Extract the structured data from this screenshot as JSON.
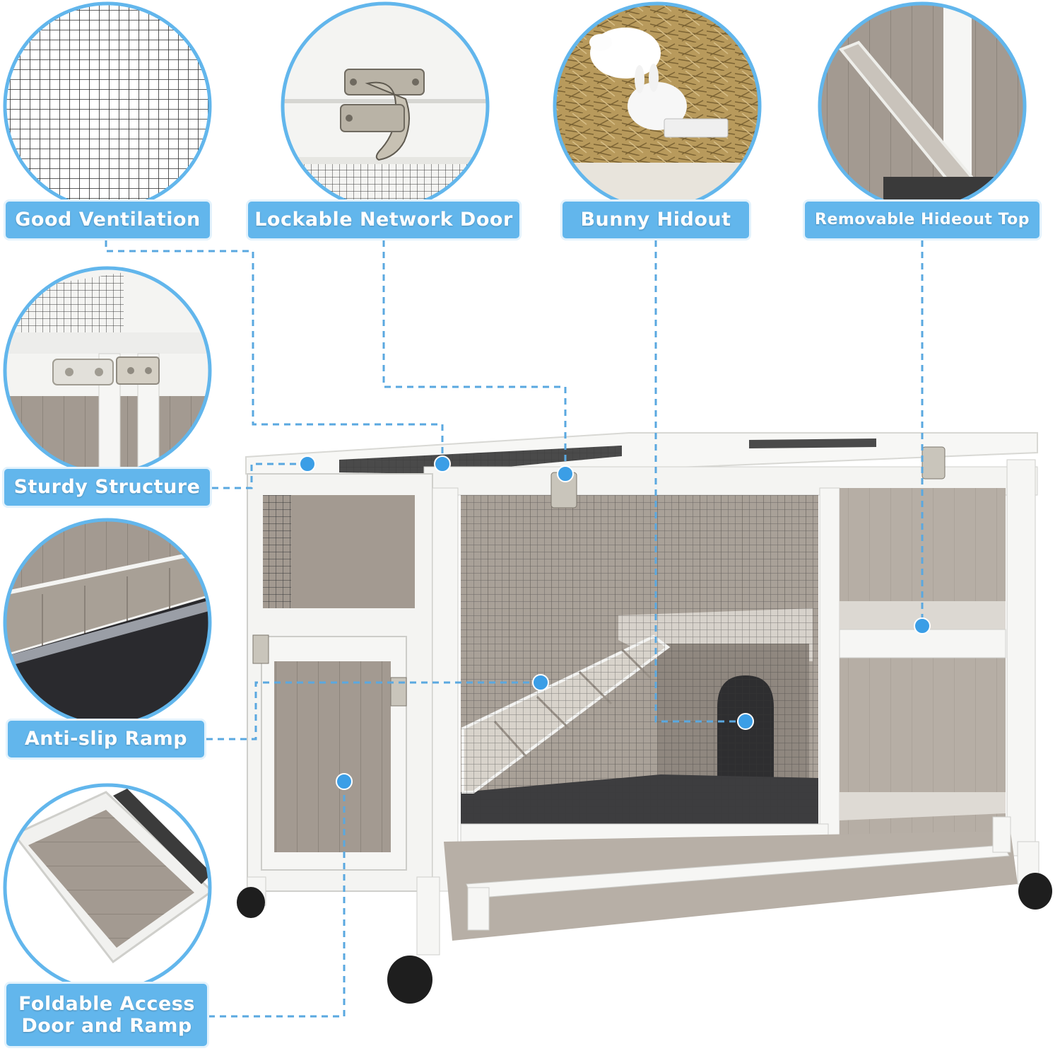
{
  "features": [
    {
      "id": "ventilation",
      "label": "Good Ventilation"
    },
    {
      "id": "lockable-door",
      "label": "Lockable Network Door"
    },
    {
      "id": "bunny-hideout",
      "label": "Bunny Hidout"
    },
    {
      "id": "removable-top",
      "label": "Removable Hideout Top"
    },
    {
      "id": "sturdy",
      "label": "Sturdy Structure"
    },
    {
      "id": "anti-slip",
      "label": "Anti-slip Ramp"
    },
    {
      "id": "foldable",
      "label_line1": "Foldable Access",
      "label_line2": "Door and Ramp"
    }
  ],
  "colors": {
    "accent": "#62b6ec",
    "leader": "#5aa8e0",
    "wood_grey": "#a39a91",
    "frame_white": "#f6f6f4"
  },
  "icons": [
    "mesh-grid",
    "latch-hasp",
    "rabbits-in-hay",
    "hideout-shelf",
    "frame-hinge",
    "ramp-detail",
    "access-door",
    "caster-wheel"
  ]
}
